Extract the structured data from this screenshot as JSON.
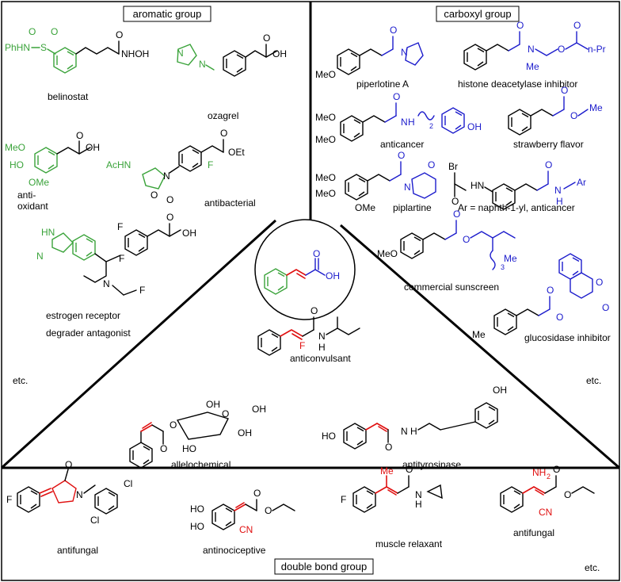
{
  "sections": {
    "aromatic": "aromatic group",
    "carboxyl": "carboxyl group",
    "double_bond": "double bond group"
  },
  "compounds": {
    "belinostat": "belinostat",
    "ozagrel": "ozagrel",
    "antioxidant_1": "anti-",
    "antioxidant_2": "oxidant",
    "antibacterial": "antibacterial",
    "serd_1": "estrogen  receptor",
    "serd_2": "degrader antagonist",
    "piperlotine": "piperlotine A",
    "hdac": "histone deacetylase inhibitor",
    "anticancer": "anticancer",
    "strawberry": "strawberry flavor",
    "piplartine": "piplartine",
    "ar_label": "Ar = naphth-1-yl, anticancer",
    "sunscreen": "commercial sunscreen",
    "glucosidase": "glucosidase inhibitor",
    "anticonvulsant": "anticonvulsant",
    "allelochemical": "allelochemical",
    "antityrosinase": "antityrosinase",
    "antifungal_1": "antifungal",
    "antinociceptive": "antinociceptive",
    "muscle_relaxant": "muscle relaxant",
    "antifungal_2": "antifungal"
  },
  "etc": {
    "left": "etc.",
    "right": "etc.",
    "bottom": "etc."
  },
  "atoms": {
    "phhn": "PhHN",
    "s": "S",
    "o": "O",
    "nhoh": "NHOH",
    "oh": "OH",
    "n": "N",
    "meo": "MeO",
    "ho": "HO",
    "ome": "OMe",
    "achn": "AcHN",
    "oet": "OEt",
    "f": "F",
    "hn": "HN",
    "h": "H",
    "me": "Me",
    "npr": "n-Pr",
    "br": "Br",
    "ar": "Ar",
    "cn": "CN",
    "nh2": "NH",
    "two": "2",
    "three": "3",
    "cl": "Cl"
  },
  "colors": {
    "aromatic": "#3aa33a",
    "carboxyl": "#1c1ccc",
    "double_bond": "#e01010"
  },
  "text": {
    "alternative": "Cinnamic acid scaffold at the center, with three sectors of derivatives grouped by modification site: aromatic group (green), carboxyl group (blue), and double bond group (red)."
  }
}
